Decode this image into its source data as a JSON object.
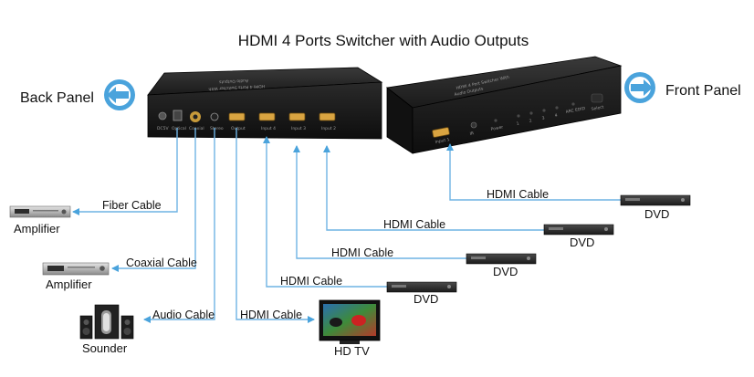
{
  "title": "HDMI 4 Ports Switcher with Audio Outputs",
  "panels": {
    "back": "Back Panel",
    "front": "Front Panel"
  },
  "cables": {
    "fiber": "Fiber Cable",
    "coaxial": "Coaxial Cable",
    "audio": "Audio Cable",
    "hdmi": "HDMI  Cable"
  },
  "devices": {
    "amplifier": "Amplifier",
    "sounder": "Sounder",
    "hdtv": "HD TV",
    "dvd": "DVD"
  },
  "back_device": {
    "top_label_1": "HDMI 4 Ports Switcher With",
    "top_label_2": "Audio Outputs",
    "ports": [
      "DC5V",
      "Optical",
      "Coaxial",
      "Stereo",
      "Output",
      "Input 4",
      "Input 3",
      "Input 2"
    ]
  },
  "front_device": {
    "top_label_1": "HDMI 4 Port Switcher With",
    "top_label_2": "Audio Outputs",
    "ports": [
      "Input 1",
      "IR",
      "Power",
      "1",
      "2",
      "3",
      "4",
      "ARC EDID",
      "Select"
    ]
  },
  "colors": {
    "arrow": "#4aa3dc",
    "cable_line": "#6fb3e3",
    "device_body": "#1d1d1d"
  },
  "icons": {
    "back_arrow": "left-arrow-circle-icon",
    "front_arrow": "right-arrow-circle-icon"
  }
}
